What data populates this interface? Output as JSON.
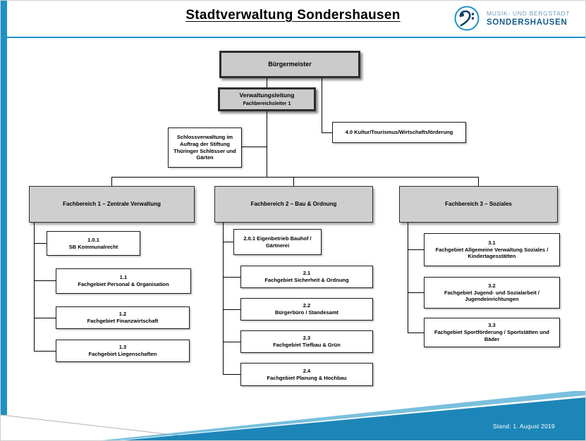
{
  "header": {
    "title": "Stadtverwaltung Sondershausen"
  },
  "logo": {
    "tagline": "MUSIK- UND BERGSTADT",
    "city": "SONDERSHAUSEN"
  },
  "footer": {
    "status": "Stand: 1. August 2019"
  },
  "colors": {
    "accent_blue": "#1e90c4",
    "ribbon_dark_blue": "#1d86b8",
    "ribbon_light_blue": "#79c0dd",
    "logo_dark_blue": "#175c8e",
    "logo_light_blue": "#6f9cbd",
    "box_gray": "#cbcbcb"
  },
  "org": {
    "buergermeister": {
      "label": "Bürgermeister"
    },
    "verwaltungsleitung": {
      "label": "Verwaltungsleitung",
      "sublabel": "Fachbereichsleiter 1"
    },
    "schlossverwaltung": {
      "label": "Schlossverwaltung im Auftrag der Stiftung Thüringer Schlösser und Gärten"
    },
    "kultur": {
      "label": "4.0 Kultur/Tourismus/Wirtschaftsförderung"
    },
    "fb1": {
      "label": "Fachbereich 1 – Zentrale Verwaltung",
      "children": [
        {
          "num": "1.0.1",
          "label": "SB Kommunalrecht"
        },
        {
          "num": "1.1",
          "label": "Fachgebiet Personal & Organisation"
        },
        {
          "num": "1.2",
          "label": "Fachgebiet Finanzwirtschaft"
        },
        {
          "num": "1.3",
          "label": "Fachgebiet Liegenschaften"
        }
      ]
    },
    "fb2": {
      "label": "Fachbereich 2 – Bau & Ordnung",
      "children": [
        {
          "num": "2.0.1",
          "label": "Eigenbetrieb Bauhof / Gärtnerei"
        },
        {
          "num": "2.1",
          "label": "Fachgebiet Sicherheit & Ordnung"
        },
        {
          "num": "2.2",
          "label": "Bürgerbüro / Standesamt"
        },
        {
          "num": "2.3",
          "label": "Fachgebiet Tiefbau & Grün"
        },
        {
          "num": "2.4",
          "label": "Fachgebiet Planung & Hochbau"
        }
      ]
    },
    "fb3": {
      "label": "Fachbereich 3 – Soziales",
      "children": [
        {
          "num": "3.1",
          "label": "Fachgebiet Allgemeine Verwaltung Soziales / Kindertagesstätten"
        },
        {
          "num": "3.2",
          "label": "Fachgebiet Jugend- und Sozialarbeit / Jugendeinrichtungen"
        },
        {
          "num": "3.3",
          "label": "Fachgebiet Sportförderung / Sportstätten und Bäder"
        }
      ]
    }
  }
}
